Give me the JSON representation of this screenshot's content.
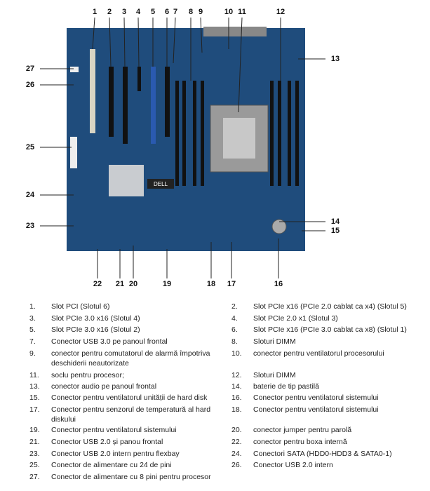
{
  "callouts": [
    "1",
    "2",
    "3",
    "4",
    "5",
    "6",
    "7",
    "8",
    "9",
    "10",
    "11",
    "12",
    "13",
    "14",
    "15",
    "16",
    "17",
    "18",
    "19",
    "20",
    "21",
    "22",
    "23",
    "24",
    "25",
    "26",
    "27"
  ],
  "board_text": {
    "brand": "DELL"
  },
  "legend": [
    {
      "num": "1.",
      "text": "Slot PCI (Slotul 6)"
    },
    {
      "num": "2.",
      "text": "Slot PCIe x16 (PCIe 2.0 cablat ca x4) (Slotul 5)"
    },
    {
      "num": "3.",
      "text": "Slot PCIe 3.0 x16 (Slotul 4)"
    },
    {
      "num": "4.",
      "text": "Slot PCIe 2.0 x1 (Slotul 3)"
    },
    {
      "num": "5.",
      "text": "Slot PCIe 3.0 x16 (Slotul 2)"
    },
    {
      "num": "6.",
      "text": "Slot PCIe x16 (PCIe 3.0 cablat ca x8) (Slotul 1)"
    },
    {
      "num": "7.",
      "text": "Conector USB 3.0 pe panoul frontal"
    },
    {
      "num": "8.",
      "text": "Sloturi DIMM"
    },
    {
      "num": "9.",
      "text": "conector pentru comutatorul de alarmă împotriva deschiderii neautorizate"
    },
    {
      "num": "10.",
      "text": "conector pentru ventilatorul procesorului"
    },
    {
      "num": "11.",
      "text": "soclu pentru procesor;"
    },
    {
      "num": "12.",
      "text": "Sloturi DIMM"
    },
    {
      "num": "13.",
      "text": "conector audio pe panoul frontal"
    },
    {
      "num": "14.",
      "text": "baterie de tip pastilă"
    },
    {
      "num": "15.",
      "text": "Conector pentru ventilatorul unității de hard disk"
    },
    {
      "num": "16.",
      "text": "Conector pentru ventilatorul sistemului"
    },
    {
      "num": "17.",
      "text": "Conector pentru senzorul de temperatură al hard diskului"
    },
    {
      "num": "18.",
      "text": "Conector pentru ventilatorul sistemului"
    },
    {
      "num": "19.",
      "text": "Conector pentru ventilatorul sistemului"
    },
    {
      "num": "20.",
      "text": "conector jumper pentru parolă"
    },
    {
      "num": "21.",
      "text": "Conector USB 2.0 și panou frontal"
    },
    {
      "num": "22.",
      "text": "conector pentru boxa internă"
    },
    {
      "num": "23.",
      "text": "Conector USB 2.0 intern pentru flexbay"
    },
    {
      "num": "24.",
      "text": "Conectori SATA (HDD0-HDD3 & SATA0-1)"
    },
    {
      "num": "25.",
      "text": "Conector de alimentare cu 24 de pini"
    },
    {
      "num": "26.",
      "text": "Conector USB 2.0 intern"
    },
    {
      "num": "27.",
      "text": "Conector de alimentare cu 8 pini pentru procesor"
    }
  ]
}
